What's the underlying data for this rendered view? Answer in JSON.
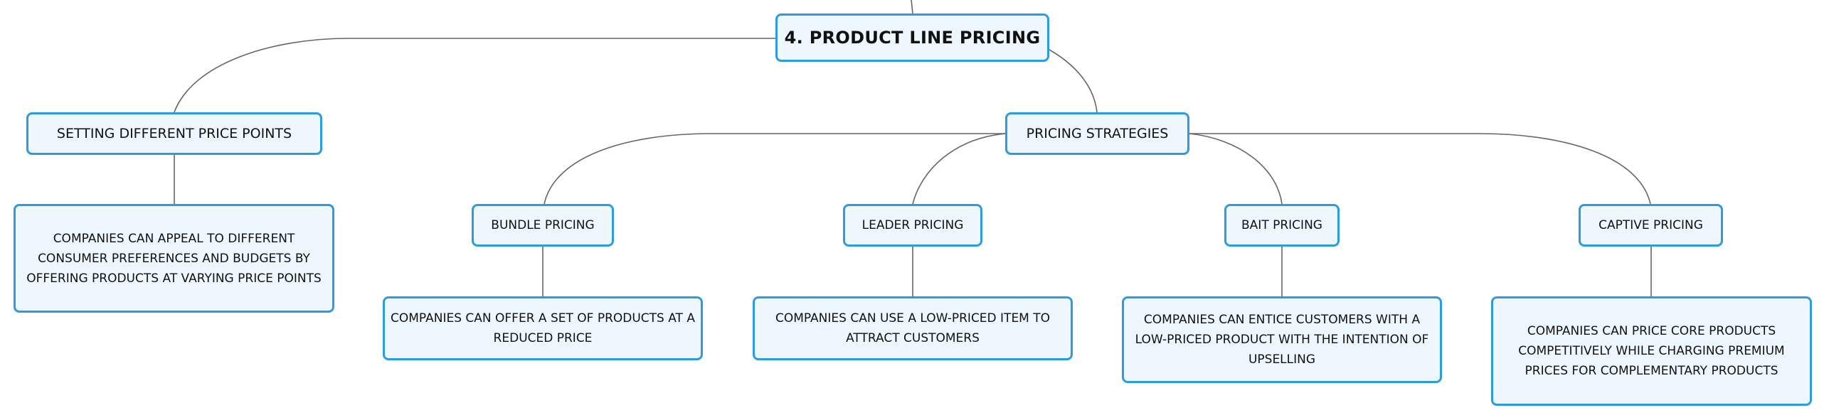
{
  "mindmap": {
    "root": {
      "label": "4. PRODUCT LINE PRICING"
    },
    "setting_price_points": {
      "label": "SETTING DIFFERENT PRICE POINTS",
      "description": "COMPANIES CAN APPEAL TO DIFFERENT CONSUMER PREFERENCES AND BUDGETS BY OFFERING PRODUCTS AT VARYING PRICE POINTS"
    },
    "pricing_strategies": {
      "label": "PRICING STRATEGIES",
      "children": [
        {
          "label": "BUNDLE PRICING",
          "description": "COMPANIES CAN OFFER A SET OF PRODUCTS AT A REDUCED PRICE"
        },
        {
          "label": "LEADER PRICING",
          "description": "COMPANIES CAN USE A LOW-PRICED ITEM TO ATTRACT CUSTOMERS"
        },
        {
          "label": "BAIT PRICING",
          "description": "COMPANIES CAN ENTICE CUSTOMERS WITH A LOW-PRICED PRODUCT WITH THE INTENTION OF UPSELLING"
        },
        {
          "label": "CAPTIVE PRICING",
          "description": "COMPANIES CAN PRICE CORE PRODUCTS COMPETITIVELY WHILE CHARGING PREMIUM PRICES FOR COMPLEMENTARY PRODUCTS"
        }
      ]
    }
  },
  "colors": {
    "node_border": "#2d9be0",
    "node_fill": "#eef7fd",
    "connector": "#666666",
    "text": "#111111"
  }
}
